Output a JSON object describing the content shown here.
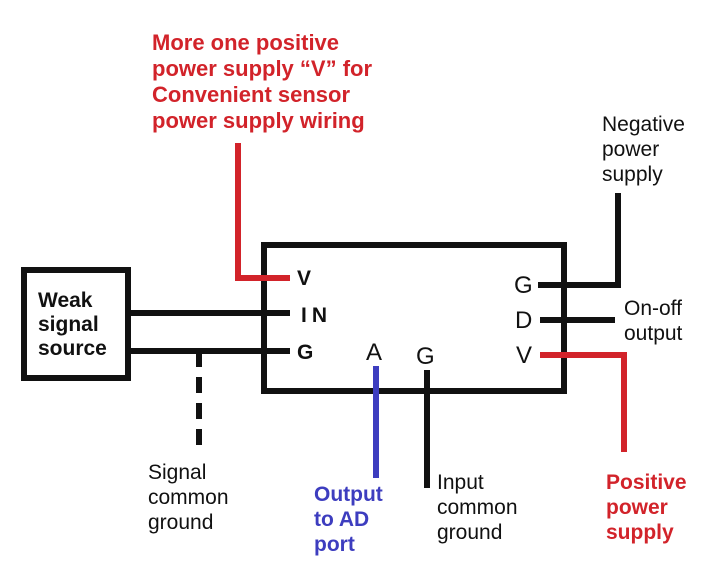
{
  "labels": {
    "red_note": "More one positive\npower supply “V” for\nConvenient sensor\npower supply wiring",
    "negative_power": "Negative\npower\nsupply",
    "on_off_output": "On-off\noutput",
    "positive_power": "Positive\npower\nsupply",
    "signal_common_ground": "Signal\ncommon\nground",
    "output_to_ad": "Output\nto AD\nport",
    "input_common_ground": "Input\ncommon\nground",
    "weak_signal_source": "Weak\nsignal\nsource"
  },
  "module_pins": {
    "left": [
      "V",
      "IN",
      "G"
    ],
    "bottom": [
      "A",
      "G"
    ],
    "right": [
      "G",
      "D",
      "V"
    ]
  },
  "colors": {
    "red": "#d2232a",
    "blue": "#3d3dbf",
    "black": "#111111"
  }
}
